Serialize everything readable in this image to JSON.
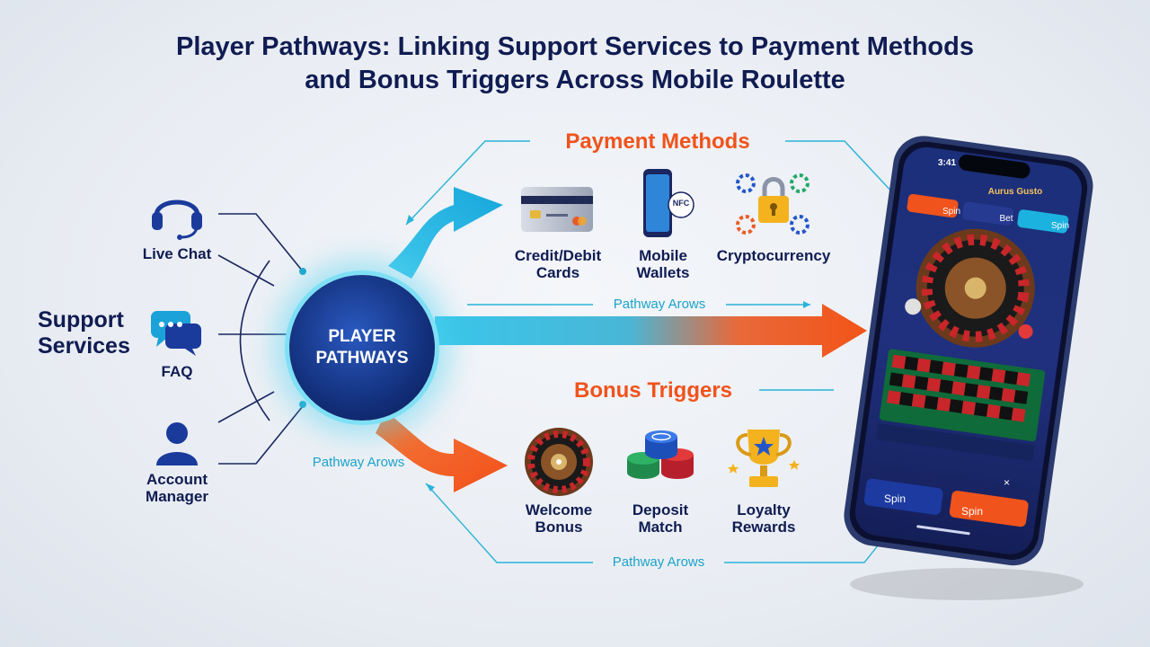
{
  "title": {
    "line1": "Player Pathways: Linking Support Services to Payment Methods",
    "line2": "and Bonus Triggers Across Mobile Roulette"
  },
  "hub": {
    "line1": "PLAYER",
    "line2": "PATHWAYS"
  },
  "support": {
    "title_line1": "Support",
    "title_line2": "Services",
    "items": [
      {
        "label": "Live Chat",
        "icon": "headset-icon"
      },
      {
        "label": "FAQ",
        "icon": "chat-bubbles-icon"
      },
      {
        "label_line1": "Account",
        "label_line2": "Manager",
        "icon": "person-icon"
      }
    ]
  },
  "payment": {
    "title": "Payment Methods",
    "items": [
      {
        "label_line1": "Credit/Debit",
        "label_line2": "Cards",
        "icon": "credit-card-icon"
      },
      {
        "label_line1": "Mobile",
        "label_line2": "Wallets",
        "icon": "smartphone-icon",
        "badge": "NFC"
      },
      {
        "label_line1": "Cryptocurrency",
        "label_line2": "",
        "icon": "crypto-lock-icon"
      }
    ]
  },
  "bonus": {
    "title": "Bonus Triggers",
    "items": [
      {
        "label_line1": "Welcome",
        "label_line2": "Bonus",
        "icon": "roulette-wheel-icon"
      },
      {
        "label_line1": "Deposit",
        "label_line2": "Match",
        "icon": "chip-stack-icon"
      },
      {
        "label_line1": "Loyalty",
        "label_line2": "Rewards",
        "icon": "trophy-icon"
      }
    ]
  },
  "arrows": {
    "top": "Pathway Arows",
    "left": "Pathway Arows",
    "bottom": "Pathway Arows"
  },
  "phone": {
    "time": "3:41",
    "app_name": "Aurus Gusto",
    "tabs": [
      "Spin",
      "Bet",
      "Spin"
    ],
    "bottom_buttons": [
      "Spin",
      "Spin"
    ],
    "close": "×"
  },
  "colors": {
    "navy": "#101c52",
    "orange": "#f0531c",
    "cyan": "#1ba3c9"
  }
}
